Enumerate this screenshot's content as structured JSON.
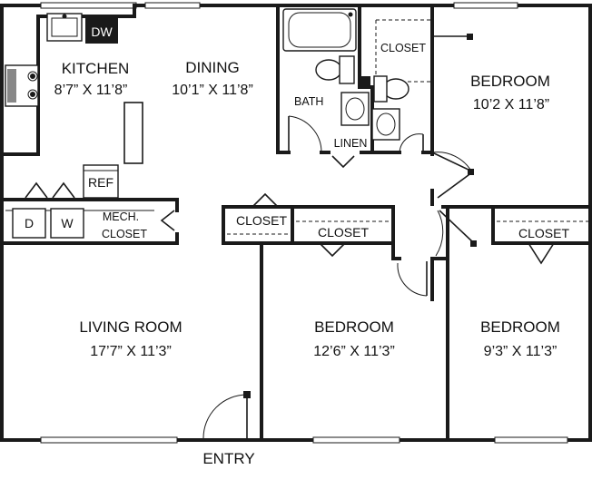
{
  "rooms": {
    "kitchen": {
      "name": "KITCHEN",
      "dims": "8’7” X 11’8”"
    },
    "dining": {
      "name": "DINING",
      "dims": "10’1” X 11’8”"
    },
    "bedroom_ne": {
      "name": "BEDROOM",
      "dims": "10’2 X 11’8”"
    },
    "living": {
      "name": "LIVING ROOM",
      "dims": "17’7” X 11’3”"
    },
    "bedroom_center": {
      "name": "BEDROOM",
      "dims": "12’6” X 11’3”"
    },
    "bedroom_se": {
      "name": "BEDROOM",
      "dims": "9’3” X 11’3”"
    }
  },
  "labels": {
    "dw": "DW",
    "ref": "REF",
    "dryer": "D",
    "washer": "W",
    "mech_line1": "MECH.",
    "mech_line2": "CLOSET",
    "bath": "BATH",
    "linen": "LINEN",
    "closet_top": "CLOSET",
    "closet_left": "CLOSET",
    "closet_center": "CLOSET",
    "closet_right": "CLOSET",
    "entry": "ENTRY"
  }
}
